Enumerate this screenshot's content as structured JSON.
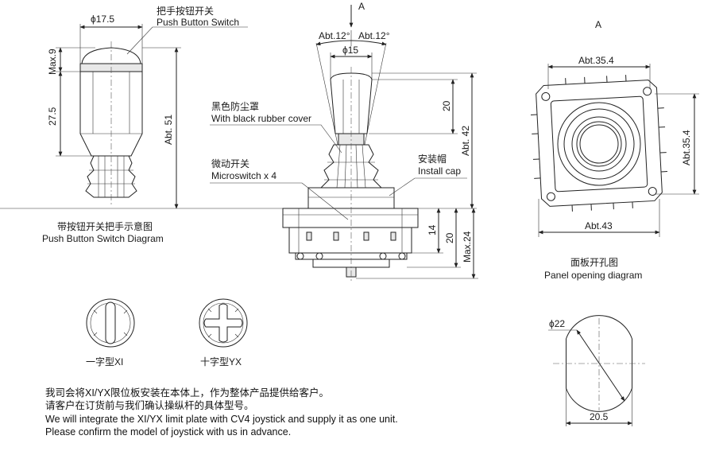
{
  "view_labels": {
    "top_a": "A",
    "view_a": "A"
  },
  "handle_view": {
    "callout_cn": "把手按钮开关",
    "callout_en": "Push Button Switch",
    "caption_cn": "带按钮开关把手示意图",
    "caption_en": "Push Button Switch Diagram",
    "dim_diameter": "ϕ17.5",
    "dim_max9": "Max.9",
    "dim_27_5": "27.5",
    "dim_abt51": "Abt. 51"
  },
  "side_view": {
    "angle_left": "Abt.12°",
    "angle_right": "Abt.12°",
    "dim_diameter": "ϕ15",
    "dim_20_top": "20",
    "dim_abt42": "Abt. 42",
    "dim_14": "14",
    "dim_20_bottom": "20",
    "dim_max24": "Max.24",
    "cover_cn": "黑色防尘罩",
    "cover_en": "With black rubber cover",
    "micro_cn": "微动开关",
    "micro_en": "Microswitch x 4",
    "cap_cn": "安装帽",
    "cap_en": "Install cap"
  },
  "panel_view": {
    "dim_abt35_4_top": "Abt.35.4",
    "dim_abt35_4_right": "Abt.35.4",
    "dim_abt43": "Abt.43",
    "caption_cn": "面板开孔图",
    "caption_en": "Panel opening diagram"
  },
  "limit_plates": {
    "xi_label": "一字型XI",
    "yx_label": "十字型YX"
  },
  "cutout": {
    "dim_diameter": "ϕ22",
    "dim_width": "20.5"
  },
  "notes": [
    "我司会将XI/YX限位板安装在本体上，作为整体产品提供给客户。",
    "请客户在订货前与我们确认操纵杆的具体型号。",
    "We will integrate the XI/YX limit plate with CV4 joystick and supply it as one unit.",
    "Please confirm the model of joystick with us in advance."
  ]
}
